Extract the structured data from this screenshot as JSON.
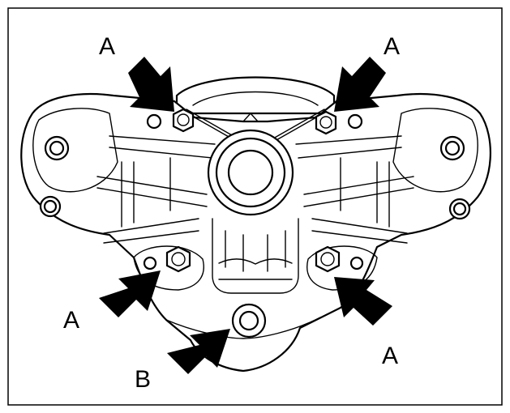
{
  "figure": {
    "labels": {
      "bolt_top_left": "A",
      "bolt_top_right": "A",
      "bolt_bottom_left": "A",
      "bolt_bottom_right": "A",
      "bleed_screw": "B"
    }
  }
}
